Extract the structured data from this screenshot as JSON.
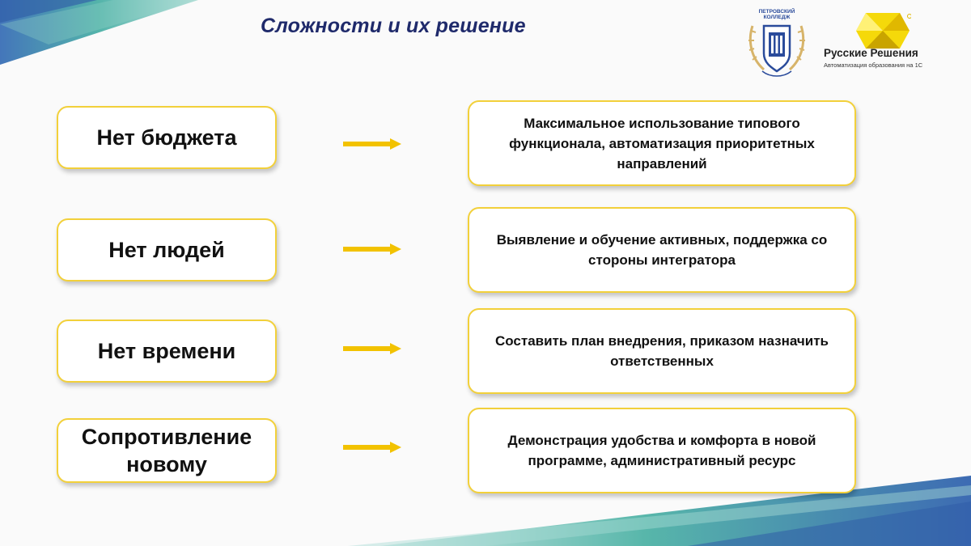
{
  "slide": {
    "title": "Сложности и их решение"
  },
  "logos": {
    "college_top_text": "ПЕТРОВСКИЙ КОЛЛЕДЖ",
    "russkie_resheniya_name": "Русские Решения",
    "russkie_resheniya_tagline": "Автоматизация образования на 1С"
  },
  "rows": [
    {
      "problem": "Нет бюджета",
      "solution": "Максимальное использование типового функционала, автоматизация приоритетных направлений"
    },
    {
      "problem": "Нет людей",
      "solution": "Выявление и обучение активных, поддержка со стороны интегратора"
    },
    {
      "problem": "Нет времени",
      "solution": "Составить план внедрения, приказом назначить ответственных"
    },
    {
      "problem": "Сопротивление новому",
      "solution": "Демонстрация удобства и комфорта в новой программе, административный ресурс"
    }
  ],
  "colors": {
    "title": "#1f2a6b",
    "accent_yellow": "#f2c200",
    "box_border": "#f2d03a",
    "teal": "#3fa8a0",
    "blue": "#3f6fb8"
  }
}
